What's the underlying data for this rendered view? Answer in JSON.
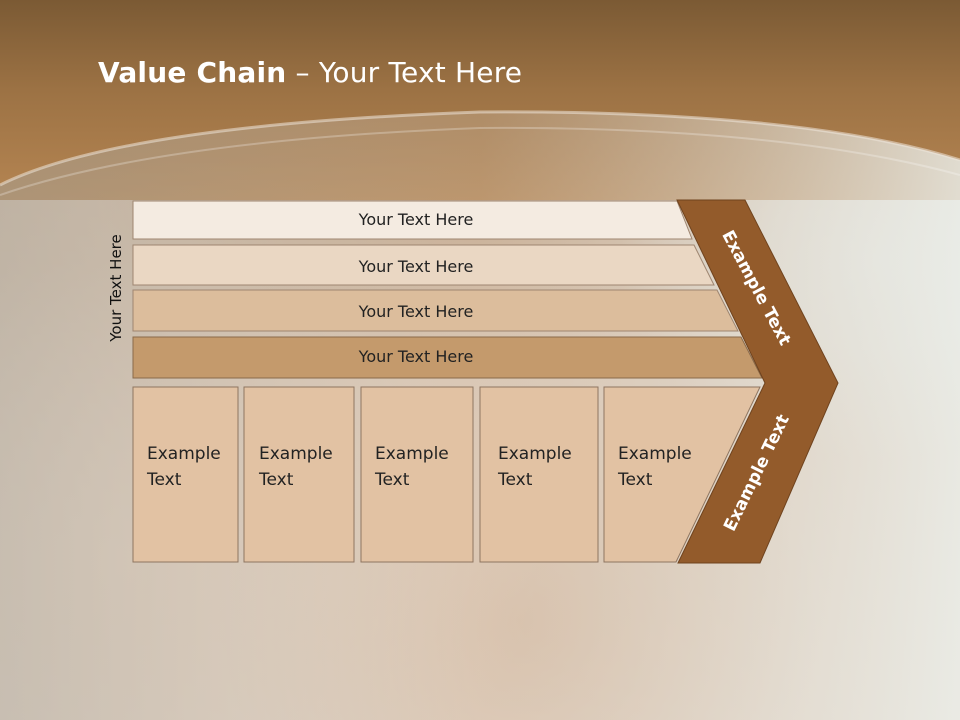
{
  "title": {
    "bold": "Value Chain",
    "rest": " – Your Text Here"
  },
  "side_label": "Your Text Here",
  "bars": [
    {
      "label": "Your Text Here",
      "color": "#f4ebe1"
    },
    {
      "label": "Your Text Here",
      "color": "#ead7c3"
    },
    {
      "label": "Your Text Here",
      "color": "#dcbd9c"
    },
    {
      "label": "Your Text Here",
      "color": "#c49a6c"
    }
  ],
  "columns": [
    {
      "line1": "Example",
      "line2": "Text"
    },
    {
      "line1": "Example",
      "line2": "Text"
    },
    {
      "line1": "Example",
      "line2": "Text"
    },
    {
      "line1": "Example",
      "line2": "Text"
    },
    {
      "line1": "Example",
      "line2": "Text"
    }
  ],
  "chevron": {
    "upper_label": "Example Text",
    "lower_label": "Example Text",
    "color": "#935b2b"
  },
  "colors": {
    "column_fill": "#e2c2a3",
    "title_bar": "#9c7244"
  }
}
